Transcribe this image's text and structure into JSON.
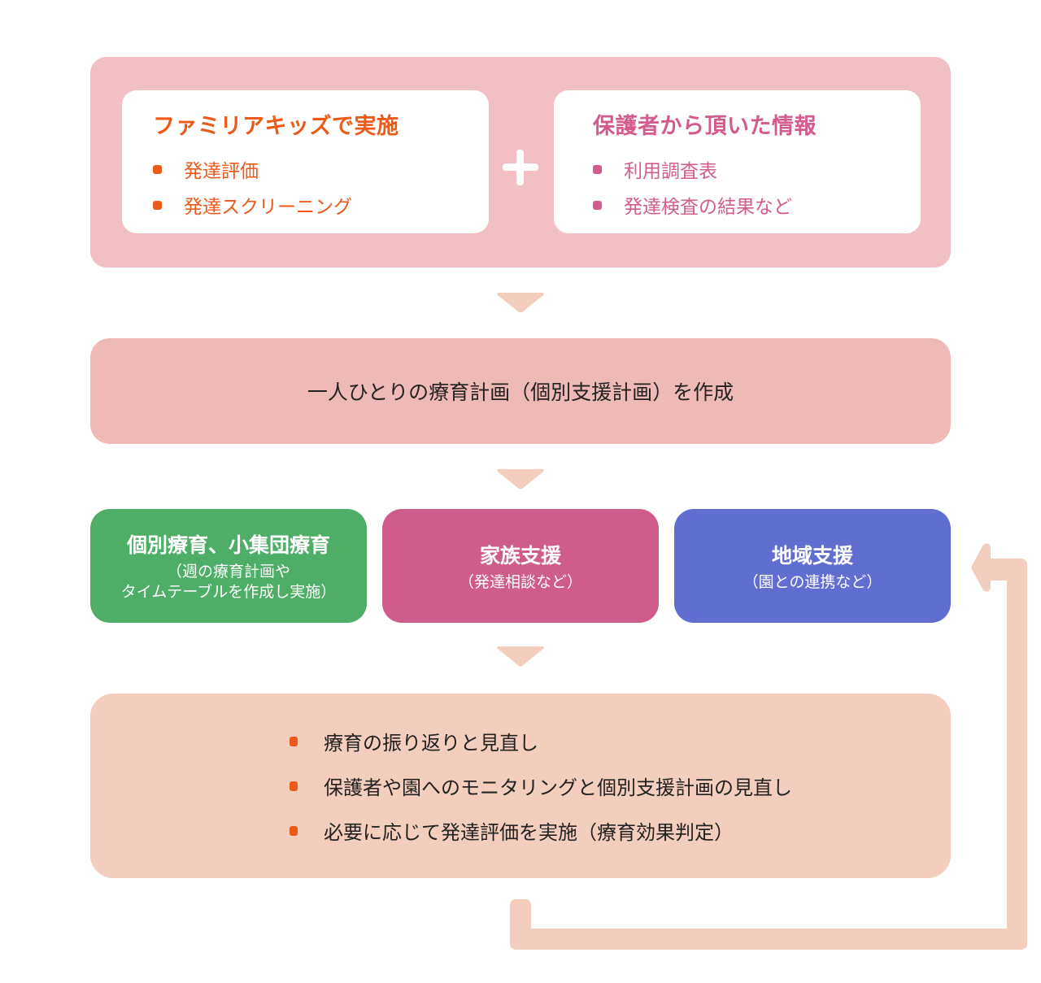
{
  "colors": {
    "top_panel_bg": "#f2c0c4",
    "orange_accent": "#ec5a19",
    "pink_accent": "#d35b8e",
    "plan_bg": "#eeb9b6",
    "green_box": "#4eae66",
    "magenta_box": "#d05c8c",
    "blue_box": "#616ed1",
    "review_bg": "#f3cdbd",
    "arrow_color": "#f3cdbd"
  },
  "assessment": {
    "left_card": {
      "title": "ファミリアキッズで実施",
      "items": [
        "発達評価",
        "発達スクリーニング"
      ]
    },
    "plus_icon": "plus-icon",
    "right_card": {
      "title": "保護者から頂いた情報",
      "items": [
        "利用調査表",
        "発達検査の結果など"
      ]
    }
  },
  "plan": {
    "text": "一人ひとりの療育計画（個別支援計画）を作成"
  },
  "supports": [
    {
      "title": "個別療育、小集団療育",
      "sub_lines": [
        "（週の療育計画や",
        "タイムテーブルを作成し実施）"
      ]
    },
    {
      "title": "家族支援",
      "sub_lines": [
        "（発達相談など）"
      ]
    },
    {
      "title": "地域支援",
      "sub_lines": [
        "（園との連携など）"
      ]
    }
  ],
  "review": {
    "items": [
      "療育の振り返りと見直し",
      "保護者や園へのモニタリングと個別支援計画の見直し",
      "必要に応じて発達評価を実施（療育効果判定）"
    ]
  }
}
